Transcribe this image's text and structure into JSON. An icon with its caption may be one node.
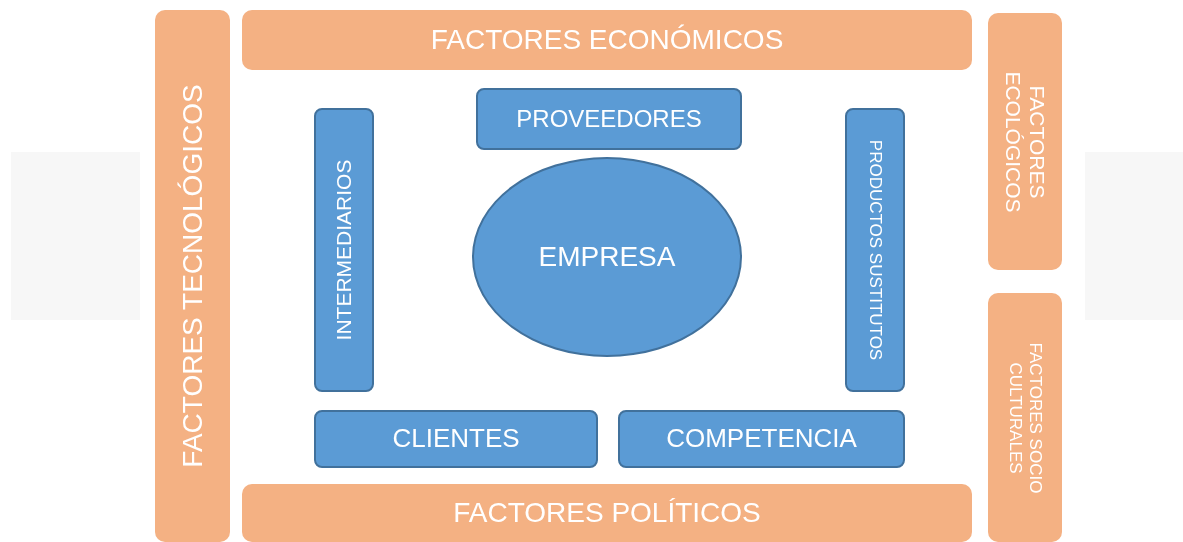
{
  "diagram": {
    "nodes": [
      {
        "text": [
          "FACTORES TECNOLÓGICOS"
        ]
      },
      {
        "text": [
          "FACTORES ECONÓMICOS"
        ]
      },
      {
        "text": [
          "FACTORES ECOLÓGICOS"
        ]
      },
      {
        "text": [
          "PROVEEDORES"
        ]
      },
      {
        "text": [
          "INTERMEDIARIOS"
        ]
      },
      {
        "text": [
          "EMPRESA"
        ]
      },
      {
        "text": [
          "PRODUCTOS SUSTITUTOS"
        ]
      },
      {
        "text": [
          "FACTORES SOCIO CULTURALES"
        ]
      },
      {
        "text": [
          "CLIENTES"
        ]
      },
      {
        "text": [
          "COMPETENCIA"
        ]
      },
      {
        "text": [
          "FACTORES POLÍTICOS"
        ]
      }
    ]
  }
}
